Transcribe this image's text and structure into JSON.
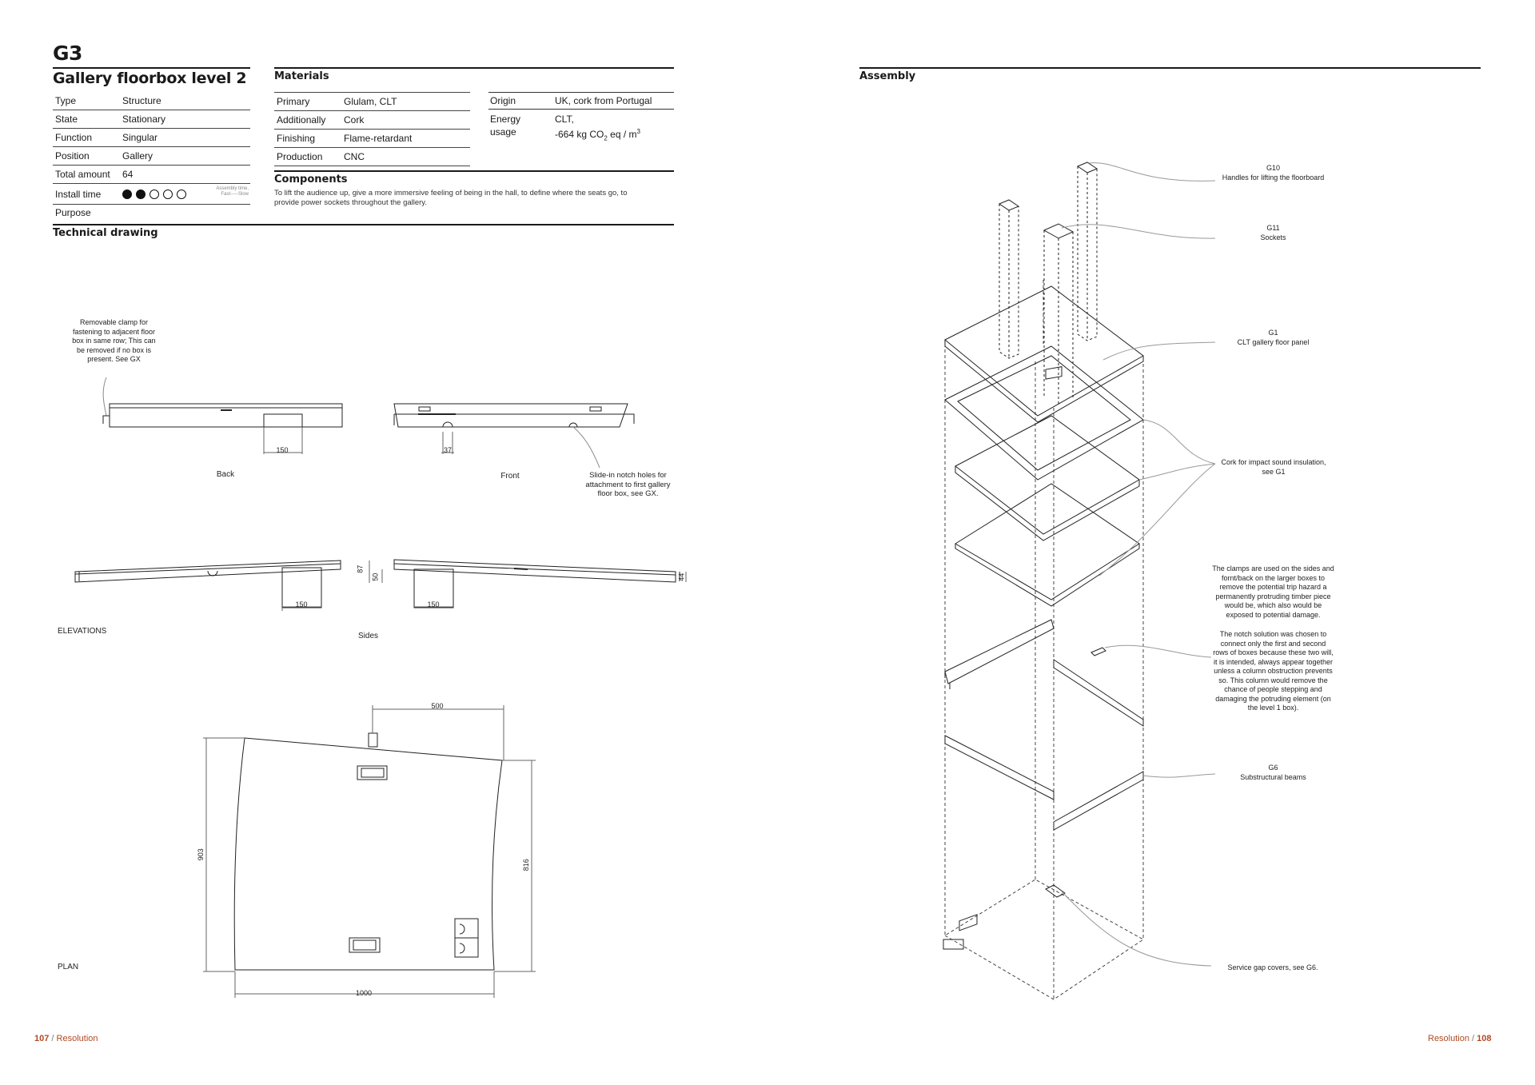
{
  "header": {
    "code": "G3",
    "title": "Gallery floorbox level 2"
  },
  "spec": [
    {
      "label": "Type",
      "value": "Structure"
    },
    {
      "label": "State",
      "value": "Stationary"
    },
    {
      "label": "Function",
      "value": "Singular"
    },
    {
      "label": "Position",
      "value": "Gallery"
    },
    {
      "label": "Total amount",
      "value": "64"
    }
  ],
  "install": {
    "label": "Install time",
    "filled": 2,
    "total": 5,
    "note1": "Assembly time,",
    "note2": "Fast-----Slow"
  },
  "purpose_label": "Purpose",
  "materials": {
    "heading": "Materials",
    "left": [
      {
        "label": "Primary",
        "value": "Glulam, CLT"
      },
      {
        "label": "Additionally",
        "value": "Cork"
      },
      {
        "label": "Finishing",
        "value": "Flame-retardant"
      },
      {
        "label": "Production",
        "value": "CNC"
      }
    ],
    "origin": {
      "label": "Origin",
      "value": "UK, cork from Portugal"
    },
    "energy": {
      "label1": "Energy",
      "label2": "usage",
      "value1": "CLT,",
      "value2a": "-664 kg CO",
      "sub": "2",
      "value2b": " eq / m",
      "sup": "3"
    }
  },
  "components": {
    "heading": "Components",
    "text1": "To lift the audience up, give a more immersive feeling of being in the hall, to define where the seats go, to",
    "text2": "provide power sockets throughout the gallery."
  },
  "technical": {
    "heading": "Technical drawing",
    "clamp_note": [
      "Removable clamp for",
      "fastening to adjacent floor",
      "box in same row; This can",
      "be removed if no box is",
      "present. See GX"
    ],
    "back_label": "Back",
    "front_label": "Front",
    "notch_note": [
      "Slide-in notch holes for",
      "attachment to first gallery",
      "floor box, see GX."
    ],
    "elevations_label": "ELEVATIONS",
    "sides_label": "Sides",
    "plan_label": "PLAN",
    "dims": {
      "d150a": "150",
      "d37": "37",
      "d150b": "150",
      "d150c": "150",
      "d87": "87",
      "d50": "50",
      "d44": "44",
      "d500": "500",
      "d903": "903",
      "d816": "816",
      "d1000": "1000"
    }
  },
  "assembly": {
    "heading": "Assembly",
    "g10_code": "G10",
    "g10_text": "Handles for lifting the floorboard",
    "g11_code": "G11",
    "g11_text": "Sockets",
    "g1_code": "G1",
    "g1_text": "CLT gallery floor panel",
    "cork": [
      "Cork for impact sound insulation,",
      "see G1"
    ],
    "clamps": [
      "The clamps are used on the sides and",
      "fornt/back on the larger boxes to",
      "remove the potential trip hazard a",
      "permanently protruding timber piece",
      "would be, which also would be",
      "exposed to potential damage."
    ],
    "notch": [
      "The notch solution was  chosen to",
      "connect only the first and second",
      "rows of boxes because these two will,",
      "it is intended, always appear together",
      "unless a column obstruction prevents",
      "so. This column would remove the",
      "chance of people stepping and",
      "damaging the potruding element (on",
      "the level 1 box)."
    ],
    "g6_code": "G6",
    "g6_text": "Substructural beams",
    "service": "Service gap covers, see G6."
  },
  "footer": {
    "left_num": "107",
    "sep": "/",
    "left_text": "Resolution",
    "right_text": "Resolution",
    "right_num": "108"
  },
  "colors": {
    "accent": "#b04a23",
    "ink": "#1a1a1a"
  }
}
